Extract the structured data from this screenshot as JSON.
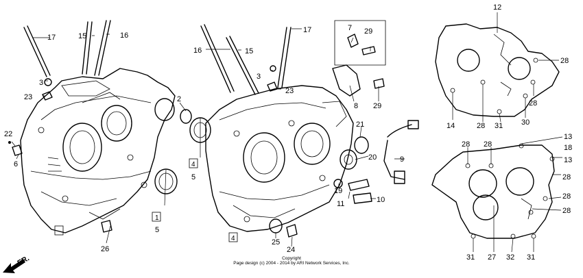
{
  "diagram": {
    "copyright_line1": "Copyright",
    "copyright_line2": "Page design (c) 2004 - 2014 by ARI Network Services, Inc.",
    "front_label": "FR.",
    "callouts": [
      {
        "id": "c17a",
        "text": "17"
      },
      {
        "id": "c15a",
        "text": "15"
      },
      {
        "id": "c16a",
        "text": "16"
      },
      {
        "id": "c3a",
        "text": "3"
      },
      {
        "id": "c23a",
        "text": "23"
      },
      {
        "id": "c2",
        "text": "2"
      },
      {
        "id": "c22",
        "text": "22"
      },
      {
        "id": "c6",
        "text": "6"
      },
      {
        "id": "c4a",
        "text": "4"
      },
      {
        "id": "c5a",
        "text": "5"
      },
      {
        "id": "c1a",
        "text": "1"
      },
      {
        "id": "c5b",
        "text": "5"
      },
      {
        "id": "c26",
        "text": "26"
      },
      {
        "id": "c16b",
        "text": "16"
      },
      {
        "id": "c15b",
        "text": "15"
      },
      {
        "id": "c17b",
        "text": "17"
      },
      {
        "id": "c3b",
        "text": "3"
      },
      {
        "id": "c23b",
        "text": "23"
      },
      {
        "id": "c7",
        "text": "7"
      },
      {
        "id": "c29a",
        "text": "29"
      },
      {
        "id": "c8",
        "text": "8"
      },
      {
        "id": "c29b",
        "text": "29"
      },
      {
        "id": "c21",
        "text": "21"
      },
      {
        "id": "c9",
        "text": "9"
      },
      {
        "id": "c20",
        "text": "20"
      },
      {
        "id": "c19",
        "text": "19"
      },
      {
        "id": "c11",
        "text": "11"
      },
      {
        "id": "c10",
        "text": "10"
      },
      {
        "id": "c4b",
        "text": "4"
      },
      {
        "id": "c25",
        "text": "25"
      },
      {
        "id": "c24",
        "text": "24"
      },
      {
        "id": "c12",
        "text": "12"
      },
      {
        "id": "c28a",
        "text": "28"
      },
      {
        "id": "c28b",
        "text": "28"
      },
      {
        "id": "c14",
        "text": "14"
      },
      {
        "id": "c28c",
        "text": "28"
      },
      {
        "id": "c31a",
        "text": "31"
      },
      {
        "id": "c30",
        "text": "30"
      },
      {
        "id": "c13a",
        "text": "13"
      },
      {
        "id": "c18",
        "text": "18"
      },
      {
        "id": "c13b",
        "text": "13"
      },
      {
        "id": "c28d",
        "text": "28"
      },
      {
        "id": "c28e",
        "text": "28"
      },
      {
        "id": "c28f",
        "text": "28"
      },
      {
        "id": "c28g",
        "text": "28"
      },
      {
        "id": "c28h",
        "text": "28"
      },
      {
        "id": "c31b",
        "text": "31"
      },
      {
        "id": "c27",
        "text": "27"
      },
      {
        "id": "c32",
        "text": "32"
      },
      {
        "id": "c31c",
        "text": "31"
      }
    ]
  }
}
